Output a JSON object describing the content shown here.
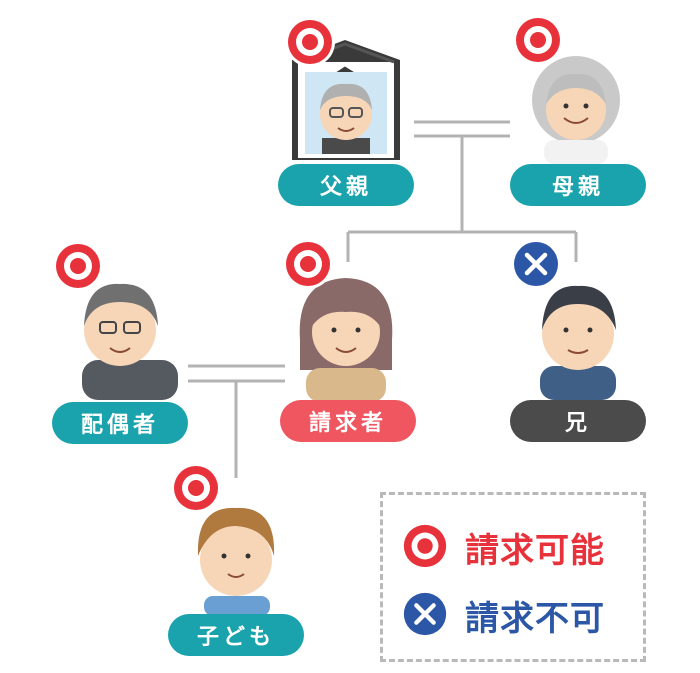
{
  "people": {
    "father": "父親",
    "mother": "母親",
    "spouse": "配偶者",
    "claimant": "請求者",
    "brother": "兄",
    "child": "子ども"
  },
  "legend": {
    "can_claim": "請求可能",
    "cannot_claim": "請求不可"
  },
  "colors": {
    "teal": "#1aa3ac",
    "claimant_red": "#ef5660",
    "brother_dark": "#4b4b4b",
    "mark_red": "#e8323b",
    "mark_blue": "#2b57a6",
    "line_gray": "#b3b3b3"
  },
  "marks": {
    "father": "circle",
    "mother": "circle",
    "spouse": "circle",
    "claimant": "circle",
    "brother": "cross",
    "child": "circle"
  }
}
